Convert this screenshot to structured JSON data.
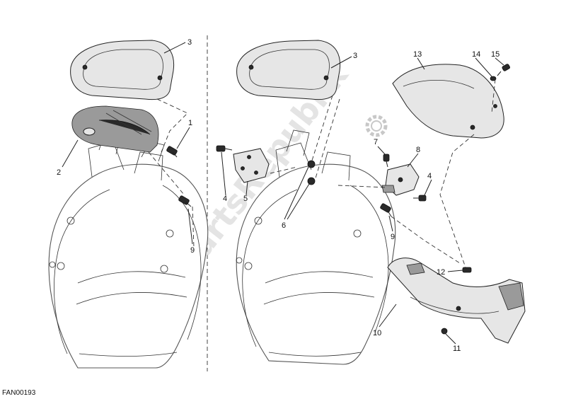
{
  "diagram": {
    "drawing_code": "FAN00193",
    "watermark": "PartsRepublik",
    "callouts": [
      {
        "id": "left-3",
        "label": "3"
      },
      {
        "id": "left-2",
        "label": "2"
      },
      {
        "id": "left-1",
        "label": "1"
      },
      {
        "id": "left-9",
        "label": "9"
      },
      {
        "id": "right-3",
        "label": "3"
      },
      {
        "id": "right-13",
        "label": "13"
      },
      {
        "id": "right-14",
        "label": "14"
      },
      {
        "id": "right-15",
        "label": "15"
      },
      {
        "id": "right-7",
        "label": "7"
      },
      {
        "id": "right-8",
        "label": "8"
      },
      {
        "id": "right-4a",
        "label": "4"
      },
      {
        "id": "right-4b",
        "label": "4"
      },
      {
        "id": "right-5",
        "label": "5"
      },
      {
        "id": "right-6",
        "label": "6"
      },
      {
        "id": "right-9",
        "label": "9"
      },
      {
        "id": "right-12",
        "label": "12"
      },
      {
        "id": "right-10",
        "label": "10"
      },
      {
        "id": "right-11",
        "label": "11"
      }
    ]
  }
}
